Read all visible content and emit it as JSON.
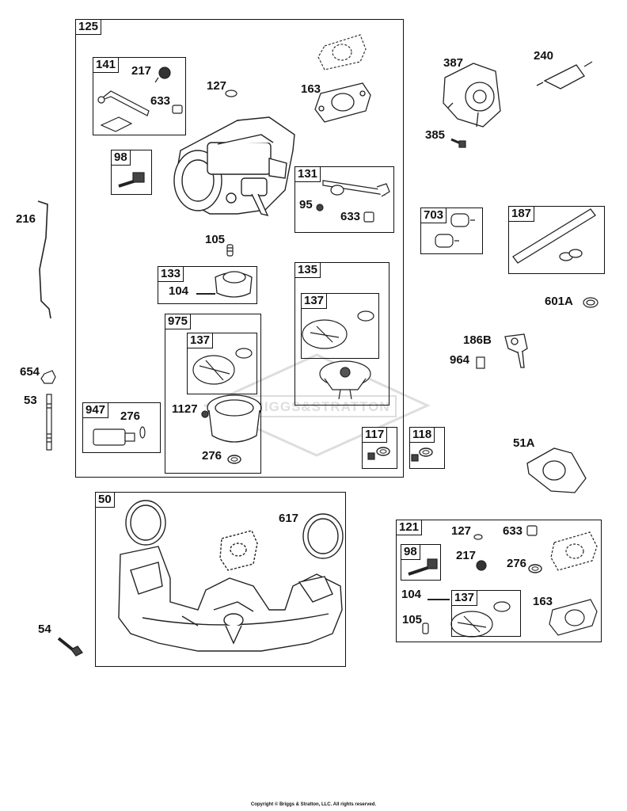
{
  "diagram": {
    "group_boxes": [
      {
        "id": "g125",
        "label": "125"
      },
      {
        "id": "g141",
        "label": "141"
      },
      {
        "id": "g98a",
        "label": "98"
      },
      {
        "id": "g131",
        "label": "131"
      },
      {
        "id": "g133",
        "label": "133"
      },
      {
        "id": "g135",
        "label": "135"
      },
      {
        "id": "g137a",
        "label": "137"
      },
      {
        "id": "g975",
        "label": "975"
      },
      {
        "id": "g137b",
        "label": "137"
      },
      {
        "id": "g947",
        "label": "947"
      },
      {
        "id": "g117",
        "label": "117"
      },
      {
        "id": "g118",
        "label": "118"
      },
      {
        "id": "g703",
        "label": "703"
      },
      {
        "id": "g187",
        "label": "187"
      },
      {
        "id": "g50",
        "label": "50"
      },
      {
        "id": "g121",
        "label": "121"
      },
      {
        "id": "g98b",
        "label": "98"
      },
      {
        "id": "g137c",
        "label": "137"
      }
    ],
    "part_numbers": [
      {
        "id": "p217a",
        "label": "217"
      },
      {
        "id": "p633a",
        "label": "633"
      },
      {
        "id": "p127a",
        "label": "127"
      },
      {
        "id": "p163a",
        "label": "163"
      },
      {
        "id": "p95",
        "label": "95"
      },
      {
        "id": "p633b",
        "label": "633"
      },
      {
        "id": "p105a",
        "label": "105"
      },
      {
        "id": "p104a",
        "label": "104"
      },
      {
        "id": "p1127",
        "label": "1127"
      },
      {
        "id": "p276a",
        "label": "276"
      },
      {
        "id": "p276b",
        "label": "276"
      },
      {
        "id": "p216",
        "label": "216"
      },
      {
        "id": "p654",
        "label": "654"
      },
      {
        "id": "p53",
        "label": "53"
      },
      {
        "id": "p387",
        "label": "387"
      },
      {
        "id": "p240",
        "label": "240"
      },
      {
        "id": "p385",
        "label": "385"
      },
      {
        "id": "p601A",
        "label": "601A"
      },
      {
        "id": "p186B",
        "label": "186B"
      },
      {
        "id": "p964",
        "label": "964"
      },
      {
        "id": "p51A",
        "label": "51A"
      },
      {
        "id": "p617",
        "label": "617"
      },
      {
        "id": "p54",
        "label": "54"
      },
      {
        "id": "p127b",
        "label": "127"
      },
      {
        "id": "p633c",
        "label": "633"
      },
      {
        "id": "p217b",
        "label": "217"
      },
      {
        "id": "p276c",
        "label": "276"
      },
      {
        "id": "p104b",
        "label": "104"
      },
      {
        "id": "p163b",
        "label": "163"
      },
      {
        "id": "p105b",
        "label": "105"
      }
    ],
    "watermark_text": "BRIGGS&STRATTON",
    "copyright": "Copyright © Briggs & Stratton, LLC. All rights reserved."
  }
}
